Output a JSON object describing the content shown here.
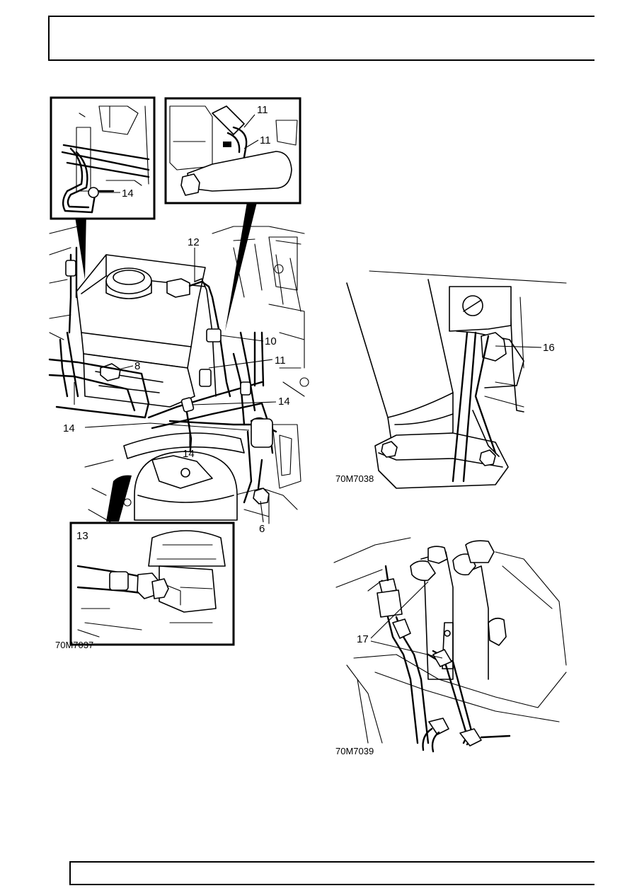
{
  "figures": {
    "fig1": {
      "id": "70M7037",
      "callouts": [
        "14",
        "11",
        "11",
        "12",
        "10",
        "11",
        "8",
        "14",
        "14",
        "14",
        "6",
        "13"
      ]
    },
    "fig2": {
      "id": "70M7038",
      "callouts": [
        "16"
      ]
    },
    "fig3": {
      "id": "70M7039",
      "callouts": [
        "17"
      ]
    }
  }
}
